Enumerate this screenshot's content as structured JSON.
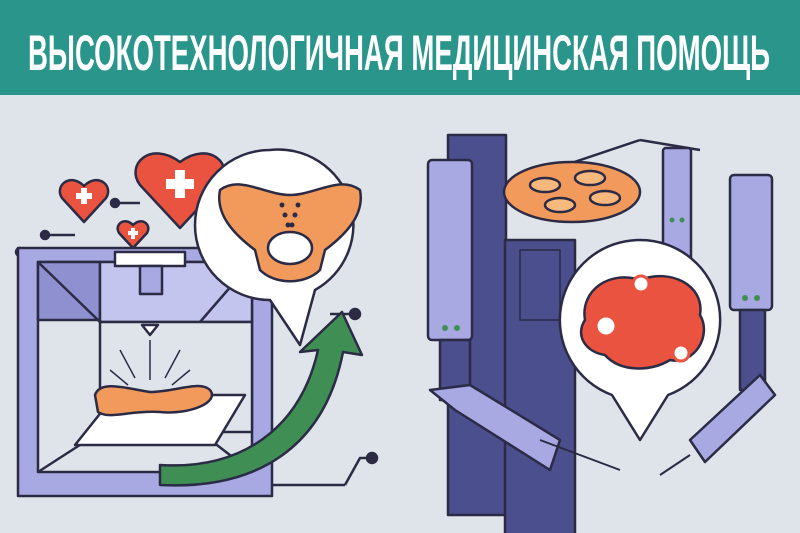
{
  "header": {
    "title": "ВЫСОКОТЕХНОЛОГИЧНАЯ МЕДИЦИНСКАЯ ПОМОЩЬ"
  },
  "colors": {
    "banner": "#2a958b",
    "background": "#dfe4ea",
    "lavender": "#a8a9e3",
    "navy": "#4b4f8e",
    "orange": "#f29a5c",
    "red": "#e9533f",
    "green": "#3f8f55",
    "outline": "#2b2b45"
  },
  "illustration": {
    "left_scene": "3d-printer",
    "right_scene": "surgical-robot"
  }
}
